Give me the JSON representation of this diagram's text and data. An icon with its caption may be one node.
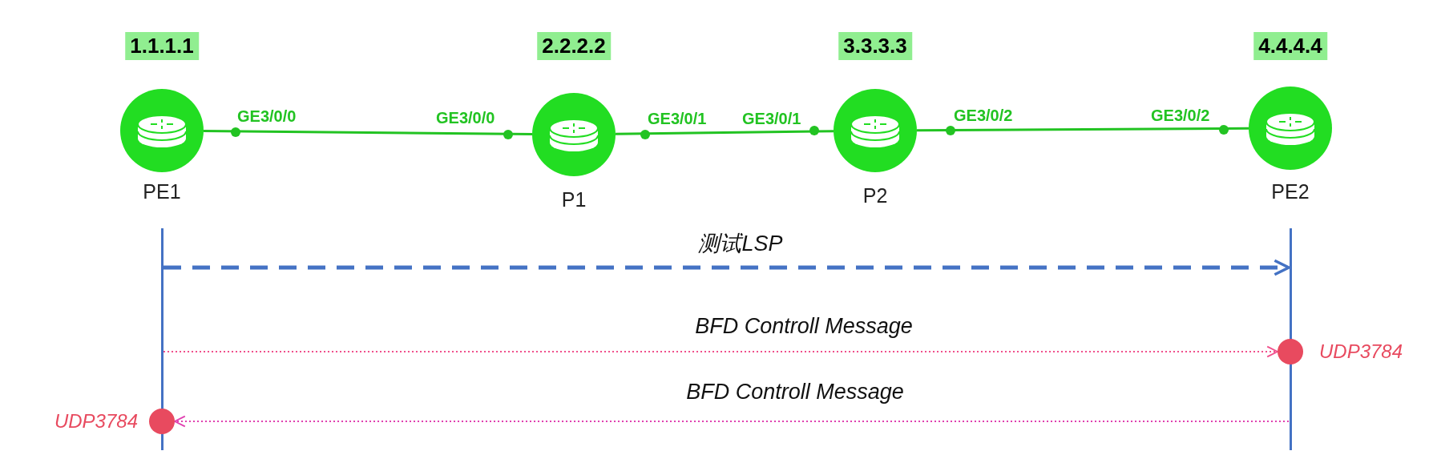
{
  "diagram": {
    "nodes": [
      {
        "text": [
          "1.1.1.1",
          "PE1"
        ]
      },
      {
        "text": [
          "2.2.2.2",
          "P1"
        ]
      },
      {
        "text": [
          "3.3.3.3",
          "P2"
        ]
      },
      {
        "text": [
          "4.4.4.4",
          "PE2"
        ]
      },
      {
        "text": [],
        "shape": "line"
      },
      {
        "text": [],
        "shape": "line"
      },
      {
        "text": [],
        "shape": "circle",
        "beside": [
          "UDP3784"
        ]
      },
      {
        "text": [],
        "shape": "circle",
        "beside": [
          "UDP3784"
        ]
      }
    ],
    "edges": [
      {
        "from": 0,
        "to": 1,
        "arrow": "none"
      },
      {
        "from": 1,
        "to": 2,
        "arrow": "none"
      },
      {
        "from": 2,
        "to": 3,
        "arrow": "none"
      },
      {
        "from": 4,
        "to": 5,
        "arrow": "to",
        "label": "测试LSP",
        "style": "dashed",
        "color": "#4472c4"
      },
      {
        "from": 4,
        "to": 6,
        "arrow": "to",
        "label": "BFD Controll Message",
        "style": "dashed",
        "color": "#f0508c"
      },
      {
        "from": 5,
        "to": 7,
        "arrow": "to",
        "label": "BFD Controll Message",
        "style": "dashed",
        "color": "#e040b0"
      }
    ],
    "labels": [
      "GE3/0/0",
      "GE3/0/0",
      "GE3/0/1",
      "GE3/0/1",
      "GE3/0/2",
      "GE3/0/2"
    ]
  }
}
